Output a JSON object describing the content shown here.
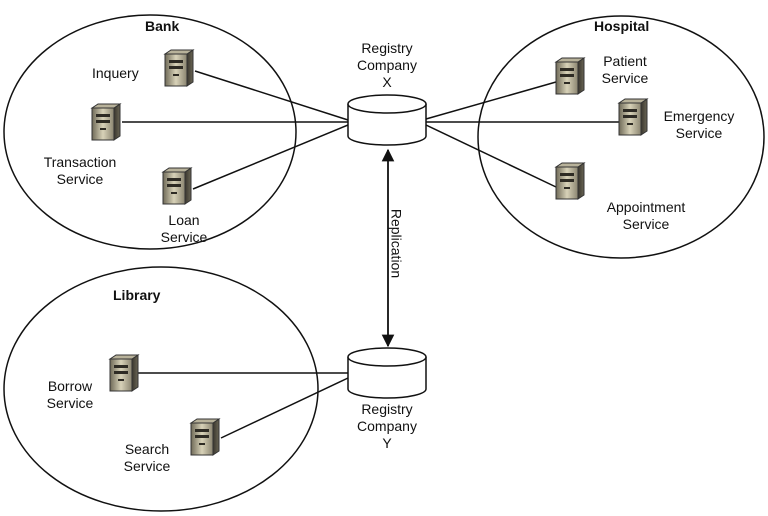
{
  "groups": {
    "bank": "Bank",
    "hospital": "Hospital",
    "library": "Library"
  },
  "registries": {
    "x": "Registry\nCompany\nX",
    "y": "Registry\nCompany\nY"
  },
  "link_label": "Replication",
  "services": {
    "inquery": "Inquery",
    "transaction": "Transaction\nService",
    "loan": "Loan\nService",
    "patient": "Patient\nService",
    "emergency": "Emergency\nService",
    "appointment": "Appointment\nService",
    "borrow": "Borrow\nService",
    "search": "Search\nService"
  }
}
